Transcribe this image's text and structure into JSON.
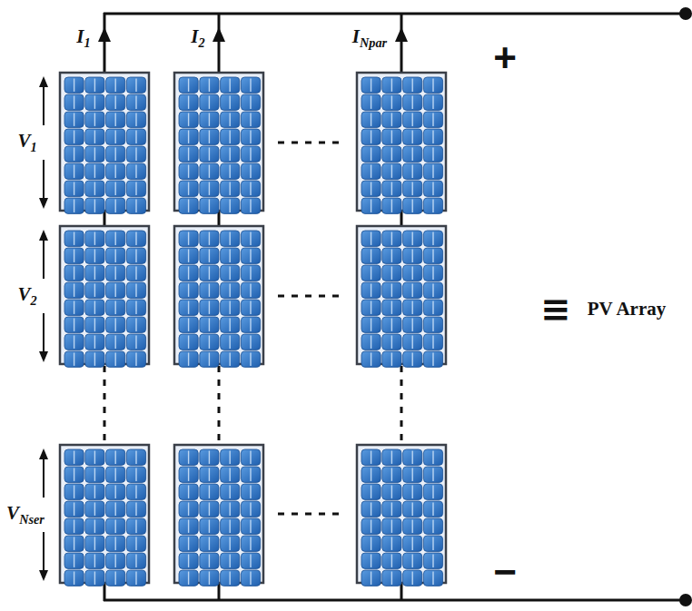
{
  "diagram": {
    "labels": [
      "I1",
      "I2",
      "INpar",
      "+",
      "V1",
      "V2",
      "VNser",
      "≡",
      "PV Array",
      "−"
    ]
  }
}
